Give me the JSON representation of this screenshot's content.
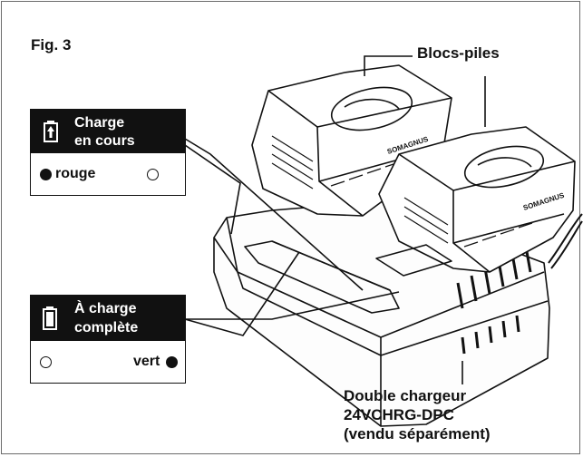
{
  "figure": {
    "label": "Fig. 3"
  },
  "status_charging": {
    "title_line1": "Charge",
    "title_line2": "en cours",
    "led_label": "rouge",
    "icon": "battery-charging-icon"
  },
  "status_full": {
    "title_line1": "À charge",
    "title_line2": "complète",
    "led_label": "vert",
    "icon": "battery-full-icon"
  },
  "callouts": {
    "batteries": "Blocs-piles",
    "charger_line1": "Double chargeur",
    "charger_line2": "24VCHRG-DPC",
    "charger_line3": "(vendu séparément)"
  },
  "brand_mark": "SOMAGNUS",
  "colors": {
    "ink": "#111111",
    "frame": "#6b6b6b",
    "background": "#ffffff"
  }
}
